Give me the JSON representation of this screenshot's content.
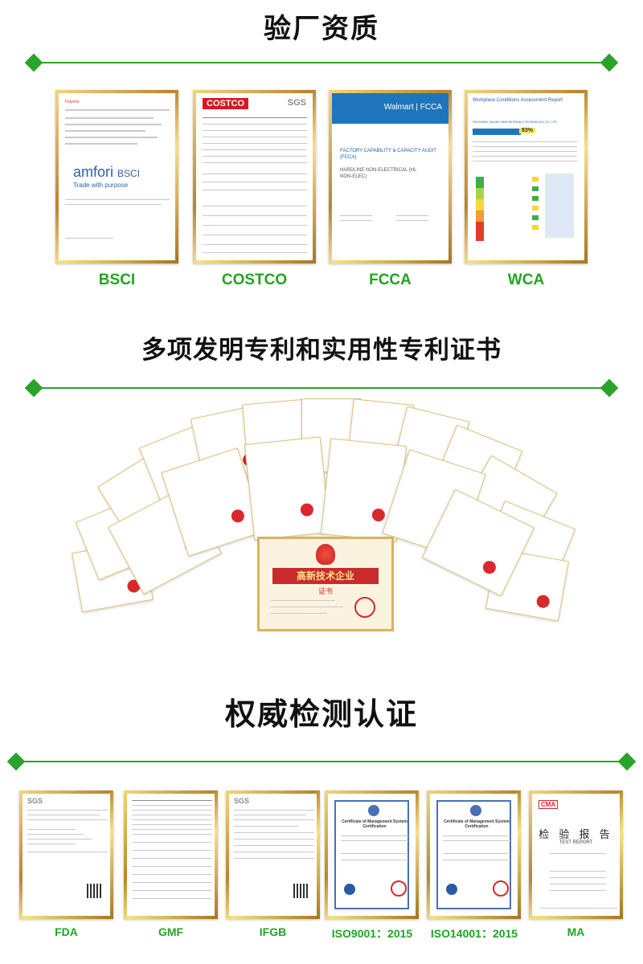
{
  "sections": {
    "factory": {
      "title": "验厂资质"
    },
    "patents": {
      "title": "多项发明专利和实用性专利证书"
    },
    "testing": {
      "title": "权威检测认证"
    }
  },
  "factory_docs": [
    {
      "label": "BSCI",
      "brand": "amfori",
      "brand2": "BSCI",
      "tagline": "Trade with purpose"
    },
    {
      "label": "COSTCO",
      "brand": "COSTCO",
      "brand2": "SGS"
    },
    {
      "label": "FCCA",
      "brand": "Walmart",
      "brand2": "FCCA",
      "heading": "FACTORY CAPABILITY & CAPACITY AUDIT (FCCA)",
      "subheading": "HARDLINE NON-ELECTRICAL (HL NON-ELEC)"
    },
    {
      "label": "WCA",
      "heading": "Workplace Conditions Assessment Report",
      "company": "FENGYANG JIAXING NEW MATERIALS TECHNOLOGY CO., LTD",
      "score": "83%"
    }
  ],
  "patents_center": {
    "banner": "高新技术企业",
    "sub": "证书"
  },
  "test_docs": [
    {
      "label": "FDA",
      "brand": "SGS"
    },
    {
      "label": "GMF"
    },
    {
      "label": "IFGB",
      "brand": "SGS"
    },
    {
      "label": "ISO9001：2015",
      "heading": "Certificate of Management System Certification"
    },
    {
      "label": "ISO14001：2015",
      "heading": "Certificate of Management System Certification"
    },
    {
      "label": "MA",
      "title": "检 验 报 告",
      "sub": "TEST   REPORT",
      "mark": "CMA"
    }
  ],
  "colors": {
    "accent": "#2aa32a",
    "label": "#1fa51f",
    "gold": "#c9a24a"
  }
}
